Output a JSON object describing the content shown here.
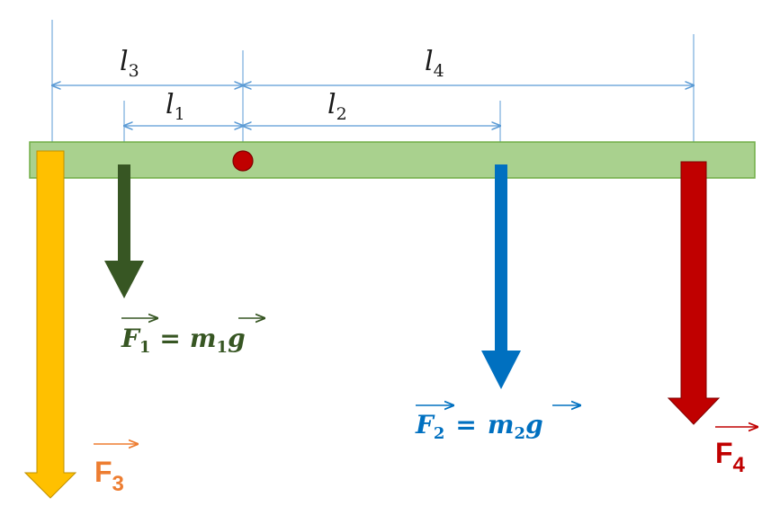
{
  "diagram": {
    "colors": {
      "beam": "#a9d18e",
      "beam_border": "#70ad47",
      "pivot": "#c00000",
      "dimension": "#5b9bd5",
      "f1": "#375623",
      "f2": "#0070c0",
      "f3": "#ffc000",
      "f3_label": "#ed7d31",
      "f4": "#c00000"
    },
    "dimensions": {
      "l3": {
        "symbol": "l",
        "sub": "3"
      },
      "l4": {
        "symbol": "l",
        "sub": "4"
      },
      "l1": {
        "symbol": "l",
        "sub": "1"
      },
      "l2": {
        "symbol": "l",
        "sub": "2"
      }
    },
    "forces": {
      "f1": {
        "symbol": "F",
        "sub": "1",
        "rhs_m": "m",
        "rhs_sub": "1",
        "rhs_g": "g",
        "equals": "="
      },
      "f2": {
        "symbol": "F",
        "sub": "2",
        "rhs_m": "m",
        "rhs_sub": "2",
        "rhs_g": "g",
        "equals": "="
      },
      "f3": {
        "symbol": "F",
        "sub": "3"
      },
      "f4": {
        "symbol": "F",
        "sub": "4"
      }
    }
  }
}
